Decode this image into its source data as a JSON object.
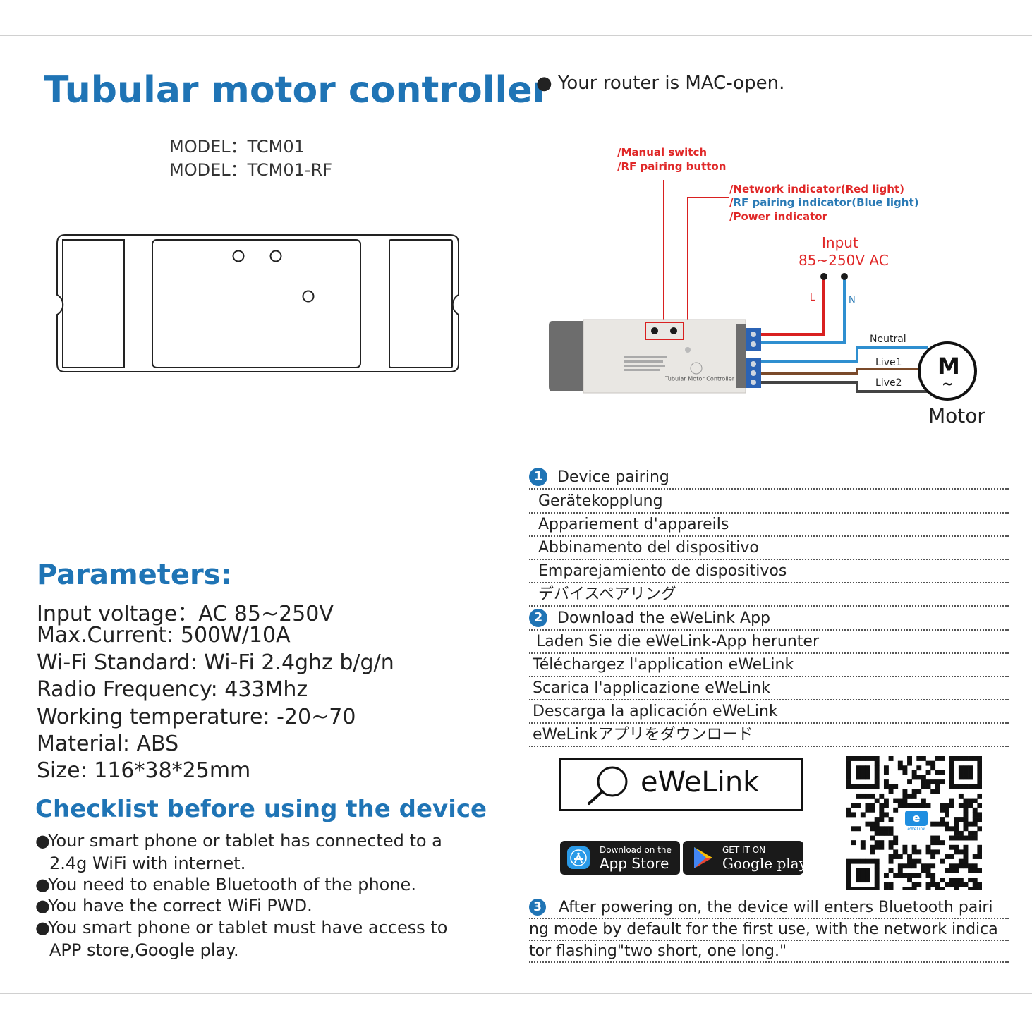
{
  "title": "Tubular motor controller",
  "models": [
    "MODEL：TCM01",
    "MODEL：TCM01-RF"
  ],
  "parameters": {
    "heading": "Parameters:",
    "items": [
      "Input voltage：AC 85~250V",
      "Max.Current: 500W/10A",
      "Wi-Fi Standard: Wi-Fi 2.4ghz b/g/n",
      "Radio Frequency: 433Mhz",
      "Working temperature: -20~70",
      "Material: ABS",
      "Size: 116*38*25mm"
    ]
  },
  "checklist": {
    "heading": "Checklist before using the device",
    "items": [
      {
        "line1": "Your smart phone or tablet has connected to a",
        "line2": "2.4g WiFi with internet."
      },
      {
        "line1": "You need to enable Bluetooth of the phone.",
        "line2": ""
      },
      {
        "line1": "You have the correct WiFi PWD.",
        "line2": ""
      },
      {
        "line1": "You smart phone or tablet must have access to",
        "line2": "APP store,Google play."
      }
    ]
  },
  "router_note": "Your router is MAC-open.",
  "diagram": {
    "manual_switch": "/Manual switch",
    "rf_pairing_button": "/RF pairing button",
    "network_indicator": "/Network indicator(Red light)",
    "rf_pairing_indicator_slash": "/",
    "rf_pairing_indicator": "RF pairing indicator(Blue light)",
    "power_indicator": "/Power indicator",
    "input_label": "Input",
    "input_voltage": "85~250V AC",
    "l_label": "L",
    "n_label": "N",
    "neutral": "Neutral",
    "live1": "Live1",
    "live2": "Live2",
    "motor_symbol": "M",
    "motor_tilde": "~",
    "motor_label": "Motor",
    "device_label": "Tubular Motor Controller",
    "colors": {
      "red_wire": "#d92020",
      "blue_wire": "#2f8fd0",
      "brown_wire": "#7a4a2a",
      "grey_wire": "#444444"
    }
  },
  "step1": {
    "number": "1",
    "title": "Device pairing",
    "translations": [
      "Gerätekopplung",
      "Appariement d'appareils",
      "Abbinamento del dispositivo",
      "Emparejamiento de dispositivos",
      "デバイスペアリング"
    ]
  },
  "step2": {
    "number": "2",
    "title": "Download the eWeLink App",
    "translations": [
      "Laden Sie die eWeLink-App herunter",
      "Téléchargez l'application eWeLink",
      "Scarica l'applicazione eWeLink",
      "Descarga la aplicación eWeLink",
      "eWeLinkアプリをダウンロード"
    ]
  },
  "app": {
    "search_text": "eWeLink",
    "app_store_small": "Download on the",
    "app_store_big": "App Store",
    "google_small": "GET IT ON",
    "google_big": "Google play",
    "qr_center_letter": "e",
    "qr_center_text": "eWeLink"
  },
  "step3": {
    "number": "3",
    "lines": [
      "After powering on, the device will enters Bluetooth pairi",
      "ng mode by default for the first use, with the network indica",
      "tor flashing\"two short, one long.\""
    ]
  },
  "accent_color": "#1f74b5"
}
